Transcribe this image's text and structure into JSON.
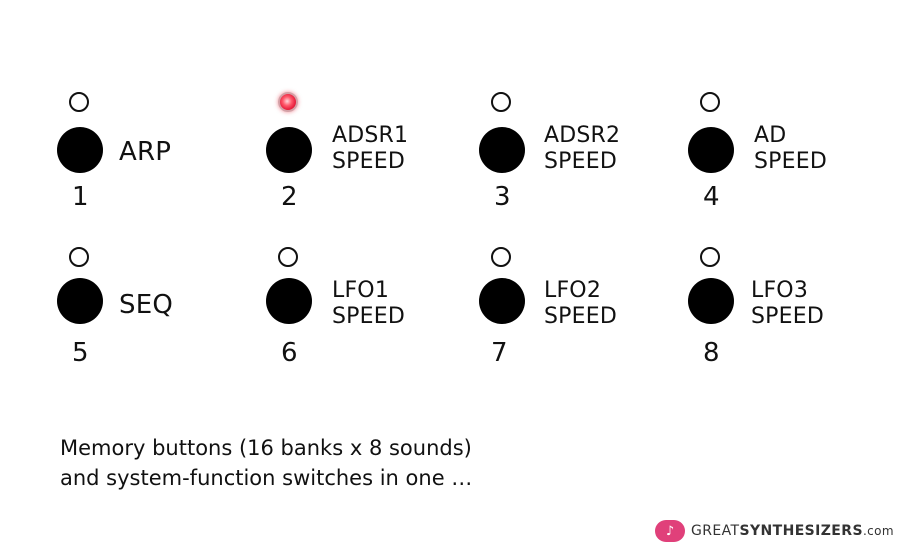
{
  "buttons": [
    {
      "number": "1",
      "label": "ARP",
      "led_lit": false
    },
    {
      "number": "2",
      "label": "ADSR1\nSPEED",
      "led_lit": true
    },
    {
      "number": "3",
      "label": "ADSR2\nSPEED",
      "led_lit": false
    },
    {
      "number": "4",
      "label": "AD\nSPEED",
      "led_lit": false
    },
    {
      "number": "5",
      "label": "SEQ",
      "led_lit": false
    },
    {
      "number": "6",
      "label": "LFO1\nSPEED",
      "led_lit": false
    },
    {
      "number": "7",
      "label": "LFO2\nSPEED",
      "led_lit": false
    },
    {
      "number": "8",
      "label": "LFO3\nSPEED",
      "led_lit": false
    }
  ],
  "caption": {
    "line1": "Memory buttons (16 banks x 8 sounds)",
    "line2": "and system-function switches in one …"
  },
  "logo": {
    "prefix": "GREAT",
    "brand": "SYNTHESIZERS",
    "suffix": ".com"
  },
  "colors": {
    "led_lit": "#e8213e",
    "logo_pink": "#e0407a"
  }
}
